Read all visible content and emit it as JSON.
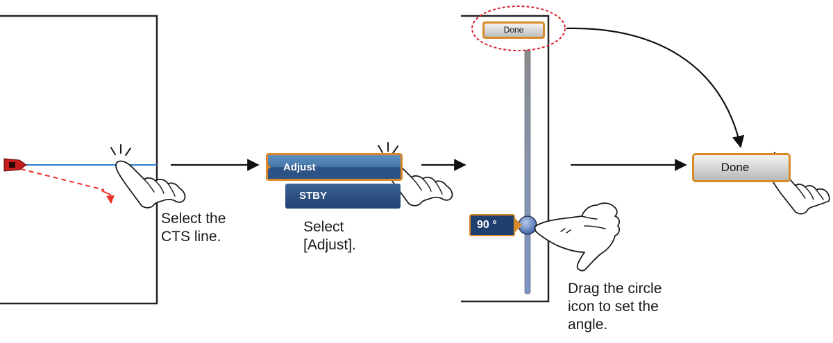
{
  "steps": {
    "step1": {
      "caption": "Select the\nCTS line."
    },
    "step2": {
      "caption": "Select\n[Adjust].",
      "menu_items": [
        "Adjust",
        "STBY"
      ]
    },
    "step3": {
      "caption": "Drag the circle\nicon to set the\nangle.",
      "angle_label": "90 °",
      "top_button": "Done"
    },
    "step4": {
      "button": "Done"
    }
  },
  "colors": {
    "cts_line": "#2b7fd0",
    "course_dashed": "#e8332a",
    "boat": "#c41e1e",
    "menu_active_top": "#4d7fb0",
    "menu_item_bg": "#2d5080",
    "highlight_border": "#d98a28",
    "slider_track": "#7d8fb0",
    "badge_bg": "#1f3f6e"
  },
  "icons": [
    "boat-icon",
    "pointing-hand-icon",
    "tap-mark-icon",
    "circle-handle-icon"
  ]
}
